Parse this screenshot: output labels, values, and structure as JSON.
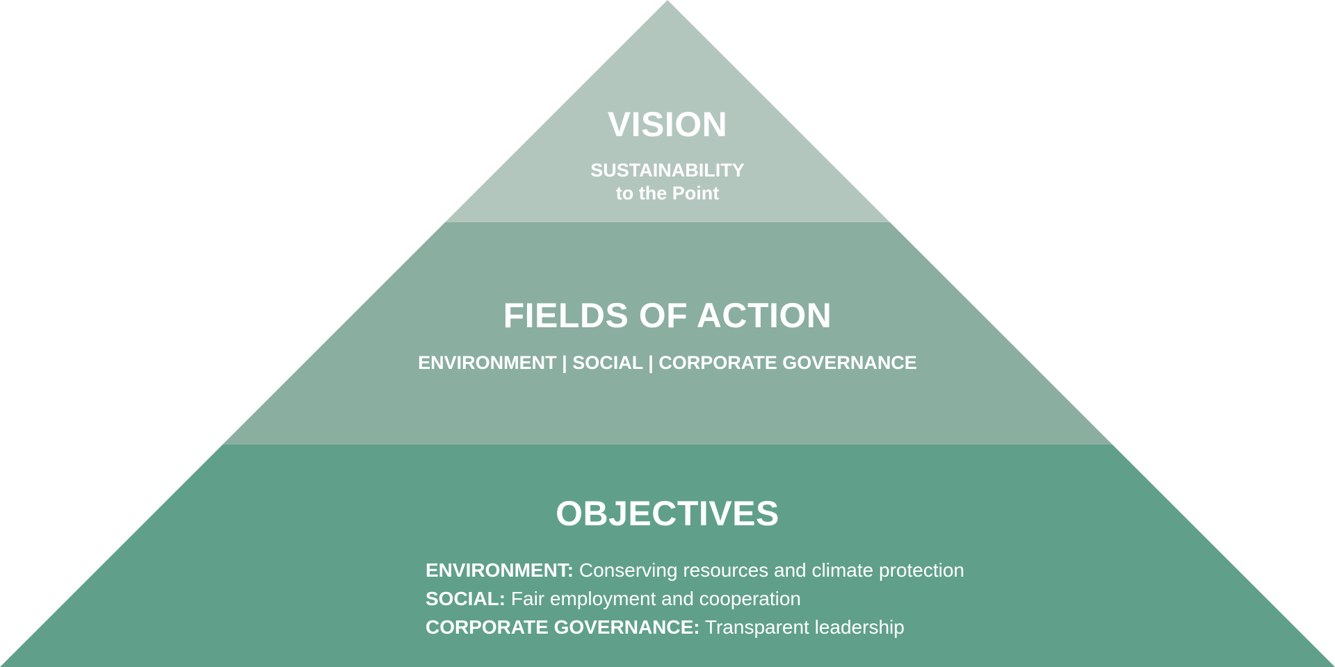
{
  "colors": {
    "tier_top": "#b3c6be",
    "tier_middle": "#8aaea0",
    "tier_bottom": "#60a08a",
    "text": "#ffffff"
  },
  "tiers": [
    {
      "title": "VISION",
      "subtitle_lines": [
        "SUSTAINABILITY",
        "to the Point"
      ]
    },
    {
      "title": "FIELDS OF ACTION",
      "subtitle": "ENVIRONMENT | SOCIAL | CORPORATE GOVERNANCE"
    },
    {
      "title": "OBJECTIVES",
      "items": [
        {
          "label": "ENVIRONMENT:",
          "text": "Conserving resources and climate protection"
        },
        {
          "label": "SOCIAL:",
          "text": "Fair employment and cooperation"
        },
        {
          "label": "CORPORATE GOVERNANCE:",
          "text": "Transparent leadership"
        }
      ]
    }
  ]
}
